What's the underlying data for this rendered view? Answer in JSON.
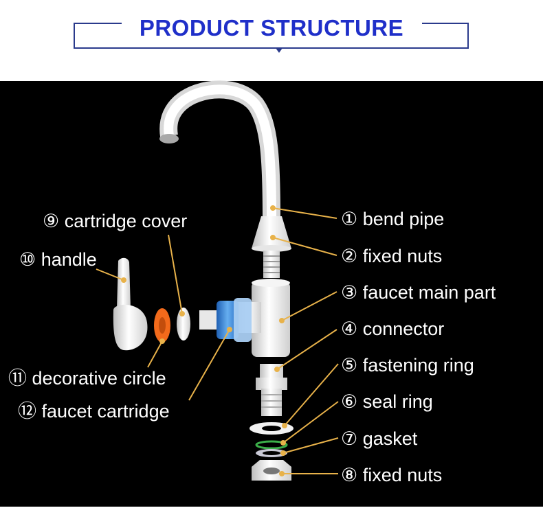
{
  "header": {
    "title": "PRODUCT STRUCTURE"
  },
  "parts": [
    {
      "id": "bend-pipe",
      "text": "① bend pipe"
    },
    {
      "id": "fixed-nuts-top",
      "text": "② fixed nuts"
    },
    {
      "id": "faucet-main-part",
      "text": "③ faucet main part"
    },
    {
      "id": "connector",
      "text": "④ connector"
    },
    {
      "id": "fastening-ring",
      "text": "⑤ fastening ring"
    },
    {
      "id": "seal-ring",
      "text": "⑥ seal ring"
    },
    {
      "id": "gasket",
      "text": "⑦ gasket"
    },
    {
      "id": "fixed-nuts-bottom",
      "text": "⑧ fixed nuts"
    },
    {
      "id": "cartridge-cover",
      "text": "⑨ cartridge cover"
    },
    {
      "id": "handle",
      "text": "⑩ handle"
    },
    {
      "id": "decorative-circle",
      "text": "⑪ decorative circle"
    },
    {
      "id": "faucet-cartridge",
      "text": "⑫ faucet cartridge"
    }
  ],
  "colors": {
    "title": "#1f2fc9",
    "frame": "#2a3a8c",
    "background": "#000000",
    "leader": "#e8b24a",
    "part_white": "#f2f2f2",
    "decorative_orange": "#f26a1b",
    "cartridge_blue": "#3a86d8",
    "gasket_green": "#3cb04a"
  }
}
